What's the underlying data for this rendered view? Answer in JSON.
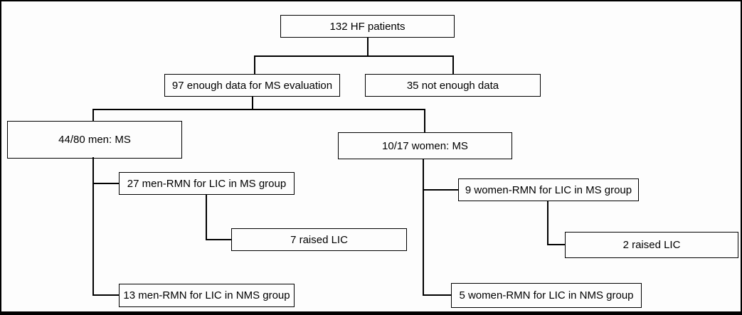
{
  "colors": {
    "line": "#000000",
    "box_border": "#000000",
    "box_fill": "#fdfdfd",
    "text": "#000000",
    "background": "#ffffff"
  },
  "flowchart": {
    "nodes": {
      "hf_patients": {
        "label": "132 HF patients"
      },
      "enough_data": {
        "label": "97 enough data for MS evaluation"
      },
      "not_enough_data": {
        "label": "35 not enough data"
      },
      "men_ms": {
        "label": "44/80 men: MS"
      },
      "women_ms": {
        "label": "10/17 women: MS"
      },
      "men_rmn_ms": {
        "label": "27 men-RMN for LIC in MS group"
      },
      "women_rmn_ms": {
        "label": "9 women-RMN for LIC in MS group"
      },
      "men_raised_lic": {
        "label": "7 raised LIC"
      },
      "women_raised_lic": {
        "label": "2 raised LIC"
      },
      "men_rmn_nms": {
        "label": "13 men-RMN for LIC in NMS group"
      },
      "women_rmn_nms": {
        "label": "5 women-RMN for LIC in NMS group"
      }
    },
    "edges": [
      {
        "from": "hf_patients",
        "to": "enough_data"
      },
      {
        "from": "hf_patients",
        "to": "not_enough_data"
      },
      {
        "from": "enough_data",
        "to": "men_ms"
      },
      {
        "from": "enough_data",
        "to": "women_ms"
      },
      {
        "from": "men_ms",
        "to": "men_rmn_ms"
      },
      {
        "from": "men_rmn_ms",
        "to": "men_raised_lic"
      },
      {
        "from": "men_ms",
        "to": "men_rmn_nms"
      },
      {
        "from": "women_ms",
        "to": "women_rmn_ms"
      },
      {
        "from": "women_rmn_ms",
        "to": "women_raised_lic"
      },
      {
        "from": "women_ms",
        "to": "women_rmn_nms"
      }
    ]
  }
}
